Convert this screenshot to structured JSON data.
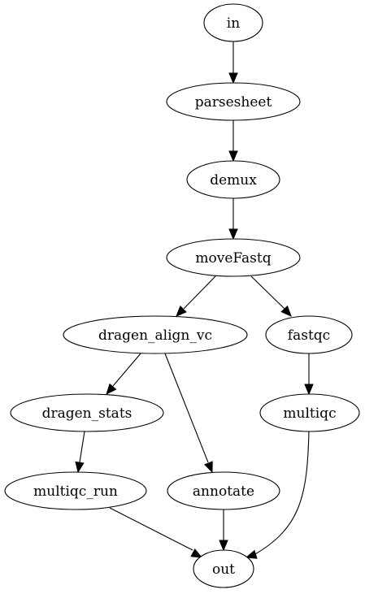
{
  "diagram": {
    "nodes": [
      {
        "id": "in",
        "label": "in"
      },
      {
        "id": "parsesheet",
        "label": "parsesheet"
      },
      {
        "id": "demux",
        "label": "demux"
      },
      {
        "id": "moveFastq",
        "label": "moveFastq"
      },
      {
        "id": "dragen_align_vc",
        "label": "dragen_align_vc"
      },
      {
        "id": "fastqc",
        "label": "fastqc"
      },
      {
        "id": "dragen_stats",
        "label": "dragen_stats"
      },
      {
        "id": "multiqc",
        "label": "multiqc"
      },
      {
        "id": "multiqc_run",
        "label": "multiqc_run"
      },
      {
        "id": "annotate",
        "label": "annotate"
      },
      {
        "id": "out",
        "label": "out"
      }
    ],
    "edges": [
      {
        "from": "in",
        "to": "parsesheet"
      },
      {
        "from": "parsesheet",
        "to": "demux"
      },
      {
        "from": "demux",
        "to": "moveFastq"
      },
      {
        "from": "moveFastq",
        "to": "dragen_align_vc"
      },
      {
        "from": "moveFastq",
        "to": "fastqc"
      },
      {
        "from": "dragen_align_vc",
        "to": "dragen_stats"
      },
      {
        "from": "dragen_align_vc",
        "to": "annotate"
      },
      {
        "from": "fastqc",
        "to": "multiqc"
      },
      {
        "from": "dragen_stats",
        "to": "multiqc_run"
      },
      {
        "from": "multiqc_run",
        "to": "out"
      },
      {
        "from": "annotate",
        "to": "out"
      },
      {
        "from": "multiqc",
        "to": "out"
      }
    ]
  }
}
